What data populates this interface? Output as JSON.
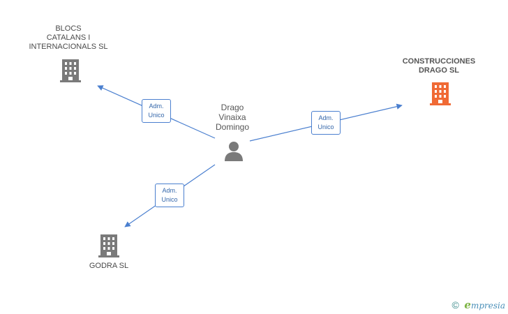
{
  "colors": {
    "building_default": "#7a7a7a",
    "building_main": "#f06a35",
    "person": "#7a7a7a",
    "edge": "#4a7fcf",
    "edge_text": "#3366aa"
  },
  "person": {
    "name_lines": [
      "Drago",
      "Vinaixa",
      "Domingo"
    ],
    "icon": "person-icon"
  },
  "companies": {
    "blocs": {
      "name_lines": [
        "BLOCS",
        "CATALANS I",
        "INTERNACIONALS SL"
      ],
      "icon": "building-icon"
    },
    "construcciones": {
      "name_lines": [
        "CONSTRUCCIONES",
        "DRAGO SL"
      ],
      "icon": "building-icon"
    },
    "godra": {
      "name_lines": [
        "GODRA SL"
      ],
      "icon": "building-icon"
    }
  },
  "edges": [
    {
      "label_lines": [
        "Adm.",
        "Unico"
      ]
    },
    {
      "label_lines": [
        "Adm.",
        "Unico"
      ]
    },
    {
      "label_lines": [
        "Adm.",
        "Unico"
      ]
    }
  ],
  "footer": {
    "copyright": "©",
    "brand_initial": "e",
    "brand_rest": "mpresia"
  }
}
